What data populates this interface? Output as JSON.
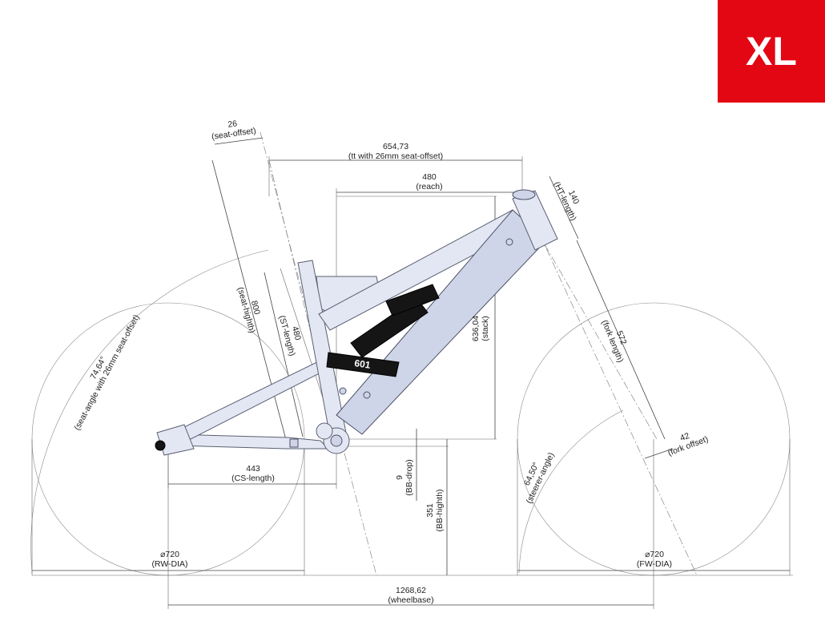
{
  "size_label": "XL",
  "dimensions": {
    "seat_offset": {
      "value": "26",
      "label": "(seat-offset)"
    },
    "top_tube": {
      "value": "654,73",
      "label": "(tt with 26mm seat-offset)"
    },
    "reach": {
      "value": "480",
      "label": "(reach)"
    },
    "head_tube": {
      "value": "140",
      "label": "(HT-length)"
    },
    "seat_height": {
      "value": "800",
      "label": "(seat-highth)"
    },
    "seat_tube": {
      "value": "480",
      "label": "(ST-length)"
    },
    "stack": {
      "value": "636,04",
      "label": "(stack)"
    },
    "fork_length": {
      "value": "572",
      "label": "(fork length)"
    },
    "seat_angle": {
      "value": "74,64°",
      "label": "(seat-angle with 26mm seat-offset)"
    },
    "chainstay": {
      "value": "443",
      "label": "(CS-length)"
    },
    "bb_drop": {
      "value": "9",
      "label": "(BB-drop)"
    },
    "bb_height": {
      "value": "351",
      "label": "(BB-highth)"
    },
    "fork_offset": {
      "value": "42",
      "label": "(fork offset)"
    },
    "steerer_angle": {
      "value": "64,50°",
      "label": "(steerer-angle)"
    },
    "rear_wheel": {
      "value": "⌀720",
      "label": "(RW-DIA)"
    },
    "front_wheel": {
      "value": "⌀720",
      "label": "(FW-DIA)"
    },
    "wheelbase": {
      "value": "1268,62",
      "label": "(wheelbase)"
    }
  },
  "frame": {
    "shock_brand_mark": "601"
  }
}
